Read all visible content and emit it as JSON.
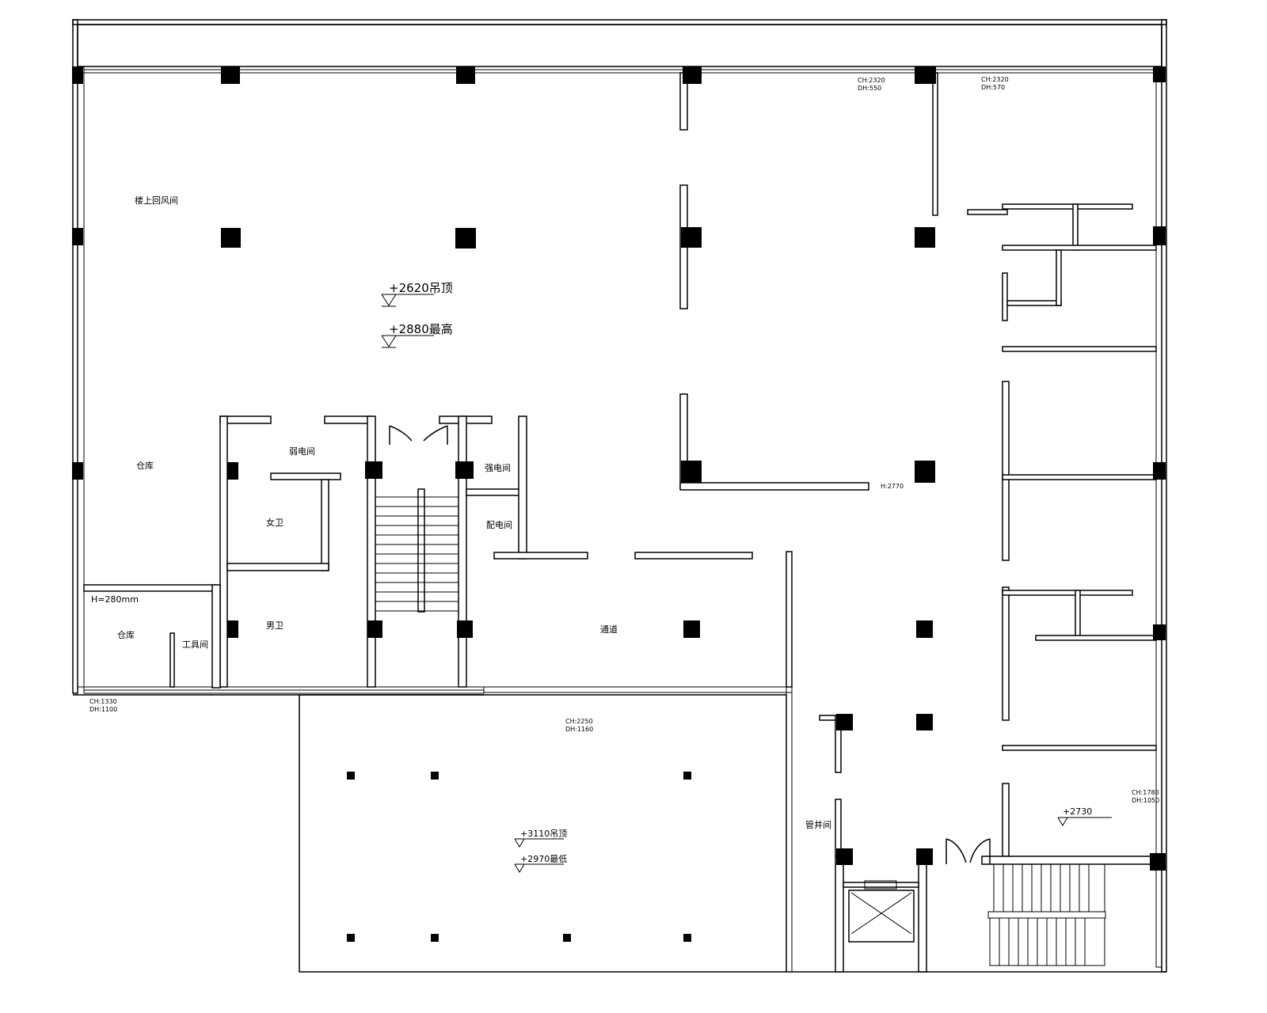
{
  "title": "Floor plan drawing",
  "colors": {
    "line": "#000000",
    "background": "#ffffff"
  },
  "rooms": {
    "upper_return_room": "楼上回风间",
    "storage_left": "仓库",
    "weak_power_room": "弱电间",
    "female_toilet": "女卫",
    "male_toilet": "男卫",
    "storage_small": "仓库",
    "tool_room": "工具间",
    "strong_power_room": "强电间",
    "duty_room": "配电间",
    "corridor": "通道",
    "pipe_shaft": "管井间"
  },
  "notes": {
    "height_note": "H=280mm",
    "ch1": "CH:2320",
    "dh1": "DH:550",
    "ch2": "CH:2320",
    "dh2": "DH:570",
    "ch3": "CH:2250",
    "dh3": "DH:1160",
    "ch4": "CH:1330",
    "dh4": "DH:1100",
    "ch5": "CH:1780",
    "dh5": "DH:1050",
    "h_mark": "H:2770"
  },
  "levels": {
    "l1": "+2620吊顶",
    "l2": "+2880最高",
    "l3": "+3110吊顶",
    "l4": "+2970最低",
    "l5": "+2730"
  }
}
